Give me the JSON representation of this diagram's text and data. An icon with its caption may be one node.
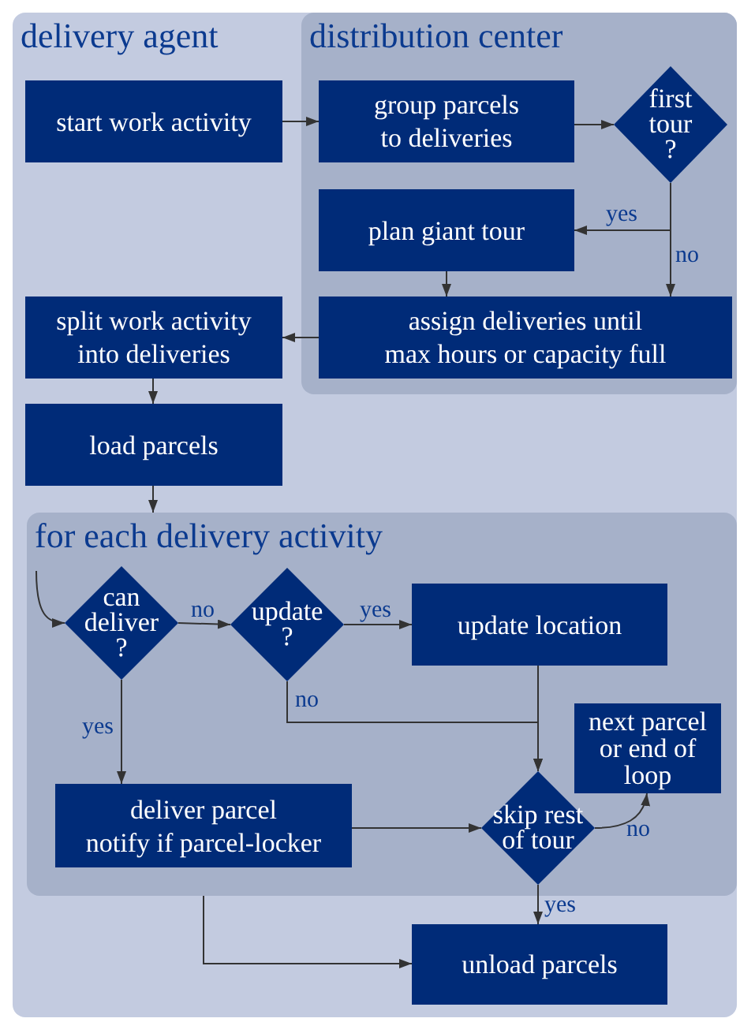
{
  "diagram": {
    "nodes": [
      {
        "text": [
          "delivery agent"
        ]
      },
      {
        "text": [
          "distribution center"
        ],
        "in": 0
      },
      {
        "text": [
          "start work activity"
        ],
        "in": 0
      },
      {
        "text": [
          "group parcels to deliveries"
        ],
        "in": 1
      },
      {
        "text": [
          "first tour ?"
        ],
        "in": 1
      },
      {
        "text": [
          "plan giant tour"
        ],
        "in": 1
      },
      {
        "text": [
          "assign deliveries until max hours or capacity full"
        ],
        "in": 1
      },
      {
        "text": [
          "split work activity into deliveries"
        ],
        "in": 0
      },
      {
        "text": [
          "load parcels"
        ],
        "in": 0
      },
      {
        "text": [
          "for each delivery activity"
        ],
        "in": 0
      },
      {
        "text": [
          "can deliver ?"
        ],
        "in": 9
      },
      {
        "text": [
          "update ?"
        ],
        "in": 9
      },
      {
        "text": [
          "update location"
        ],
        "in": 9
      },
      {
        "text": [
          "deliver parcel",
          "notify if parcel-locker"
        ],
        "in": 9
      },
      {
        "text": [
          "skip rest of tour"
        ],
        "in": 9
      },
      {
        "text": [
          "next parcel or end of loop"
        ],
        "in": 9
      },
      {
        "text": [
          "unload parcels"
        ],
        "in": 0
      }
    ],
    "edges": [
      {
        "from": 2,
        "to": 3,
        "arrow": "to"
      },
      {
        "from": 3,
        "to": 4,
        "arrow": "to"
      },
      {
        "from": 4,
        "to": 5,
        "arrow": "to",
        "label": "yes"
      },
      {
        "from": 4,
        "to": 6,
        "arrow": "to",
        "label": "no"
      },
      {
        "from": 5,
        "to": 6,
        "arrow": "to"
      },
      {
        "from": 6,
        "to": 7,
        "arrow": "to"
      },
      {
        "from": 7,
        "to": 8,
        "arrow": "to"
      },
      {
        "from": 8,
        "to": 9,
        "arrow": "to"
      },
      {
        "from": null,
        "to": 10,
        "arrow": "to"
      },
      {
        "from": 10,
        "to": 11,
        "arrow": "to",
        "label": "no"
      },
      {
        "from": 11,
        "to": 12,
        "arrow": "to",
        "label": "yes"
      },
      {
        "from": 12,
        "to": 14,
        "arrow": "to"
      },
      {
        "from": 11,
        "to": 14,
        "arrow": "to",
        "label": "no"
      },
      {
        "from": 10,
        "to": 13,
        "arrow": "to",
        "label": "yes"
      },
      {
        "from": 13,
        "to": 14,
        "arrow": "to"
      },
      {
        "from": 14,
        "to": 15,
        "arrow": "to",
        "label": "no"
      },
      {
        "from": 14,
        "to": 16,
        "arrow": "to",
        "label": "yes"
      },
      {
        "from": 9,
        "to": 16,
        "arrow": "to"
      }
    ]
  }
}
